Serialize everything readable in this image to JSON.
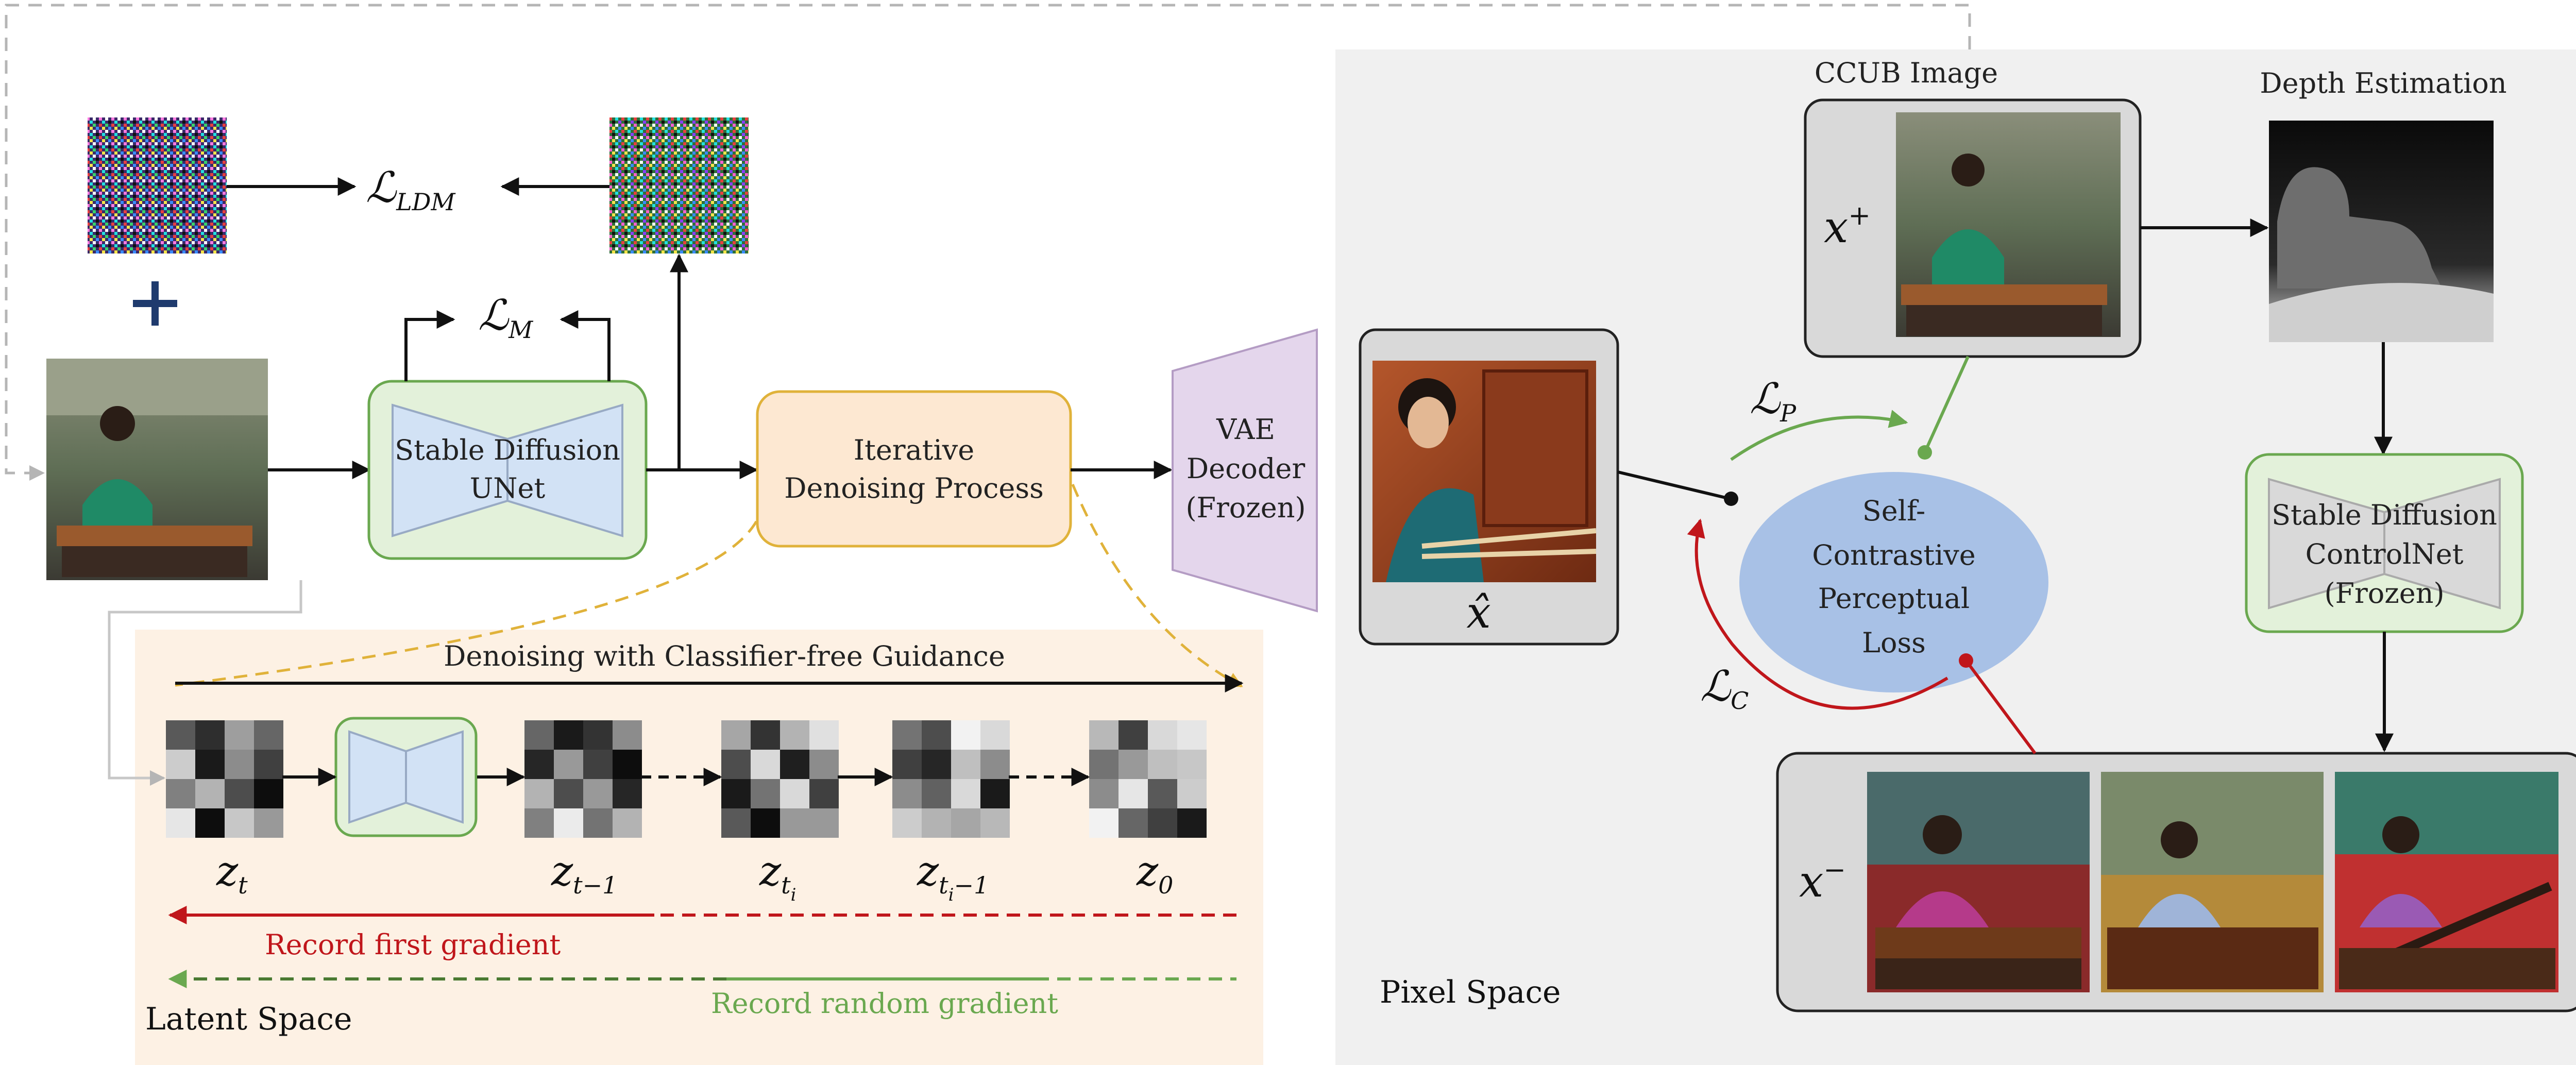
{
  "latent_space": {
    "title": "Latent Space",
    "guidance_label": "Denoising with Classifier-free Guidance",
    "record_first": "Record first gradient",
    "record_random": "Record random gradient",
    "latents": [
      {
        "base": "z",
        "sub": "t"
      },
      {
        "base": "z",
        "sub": "t−1"
      },
      {
        "base": "z",
        "sub": "t",
        "subsub": "i"
      },
      {
        "base": "z",
        "sub": "t",
        "subsub": "i",
        "tail": "−1"
      },
      {
        "base": "z",
        "sub": "0"
      }
    ]
  },
  "losses": {
    "ldm": {
      "base": "ℒ",
      "sub": "LDM"
    },
    "m": {
      "base": "ℒ",
      "sub": "M"
    },
    "p": {
      "base": "ℒ",
      "sub": "P"
    },
    "c": {
      "base": "ℒ",
      "sub": "C"
    }
  },
  "blocks": {
    "unet": [
      "Stable Diffusion",
      "UNet"
    ],
    "iterative": [
      "Iterative",
      "Denoising Process"
    ],
    "vae": [
      "VAE",
      "Decoder",
      "(Frozen)"
    ],
    "controlnet": [
      "Stable Diffusion",
      "ControlNet",
      "(Frozen)"
    ],
    "loss": [
      "Self-",
      "Contrastive",
      "Perceptual",
      "Loss"
    ]
  },
  "pixel_space": {
    "title": "Pixel Space",
    "ccub_label": "CCUB Image",
    "depth_label": "Depth Estimation",
    "x_hat": "x̂",
    "x_plus": {
      "base": "x",
      "sup": "+"
    },
    "x_minus": {
      "base": "x",
      "sup": "−"
    }
  },
  "colors": {
    "latent_bg": "#fdf1e4",
    "pixel_bg": "#f0f0f0",
    "green_box": "#e3f1da",
    "green_stroke": "#6aa84f",
    "orange_box": "#fde8d2",
    "orange_stroke": "#e0b23a",
    "purple_box": "#e4d6ec",
    "blue_ellipse": "#a8c1e6",
    "red": "#c0161b",
    "green_line": "#6aa84f",
    "trap_fill": "#d2e2f5"
  }
}
